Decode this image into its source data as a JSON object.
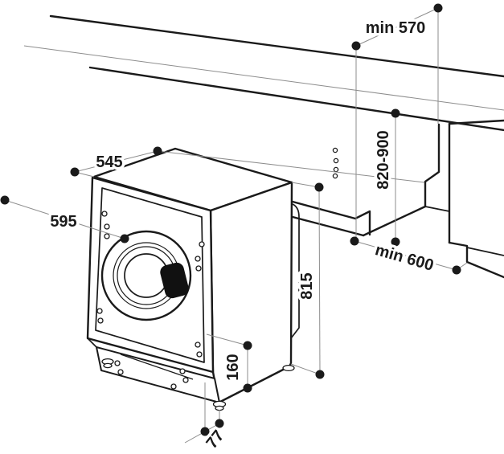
{
  "diagram": {
    "type": "installation-dimensions-drawing",
    "subject": "built-in washing machine under worktop",
    "units": "mm",
    "colors": {
      "line": "#1a1a1a",
      "background": "#ffffff",
      "extension_line": "#8d8d8d"
    },
    "dimensions": {
      "top_depth": "545",
      "front_width": "595",
      "appliance_height": "815",
      "base_height": "160",
      "door_protrusion": "77",
      "niche_top_depth": "min 570",
      "niche_height": "820-900",
      "niche_floor_depth": "min 600"
    }
  }
}
